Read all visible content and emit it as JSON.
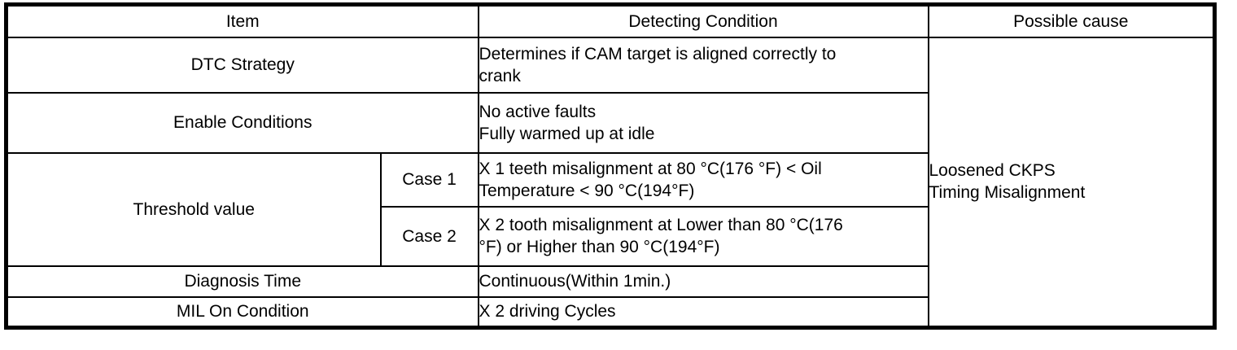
{
  "colors": {
    "border": "#000000",
    "background": "#ffffff",
    "text": "#000000"
  },
  "header": {
    "item": "Item",
    "detecting_condition": "Detecting Condition",
    "possible_cause": "Possible cause"
  },
  "rows": {
    "dtc_strategy": {
      "label": "DTC Strategy",
      "lines": [
        "Determines if CAM target is aligned correctly to",
        "crank"
      ]
    },
    "enable_conditions": {
      "label": "Enable Conditions",
      "lines": [
        "No active faults",
        "Fully warmed up at idle"
      ]
    },
    "threshold_value": {
      "label": "Threshold value"
    },
    "case1": {
      "label": "Case 1",
      "lines": [
        "X 1 teeth misalignment at 80 °C(176 °F) < Oil",
        "Temperature < 90 °C(194°F)"
      ]
    },
    "case2": {
      "label": "Case 2",
      "lines": [
        "X 2 tooth misalignment at Lower than 80 °C(176",
        "°F) or Higher than 90 °C(194°F)"
      ]
    },
    "diagnosis_time": {
      "label": "Diagnosis Time",
      "lines": [
        "Continuous(Within 1min.)"
      ]
    },
    "mil_on_condition": {
      "label": "MIL On Condition",
      "lines": [
        "X 2 driving Cycles"
      ]
    }
  },
  "possible_cause": {
    "lines": [
      "Loosened CKPS",
      "Timing Misalignment"
    ]
  }
}
